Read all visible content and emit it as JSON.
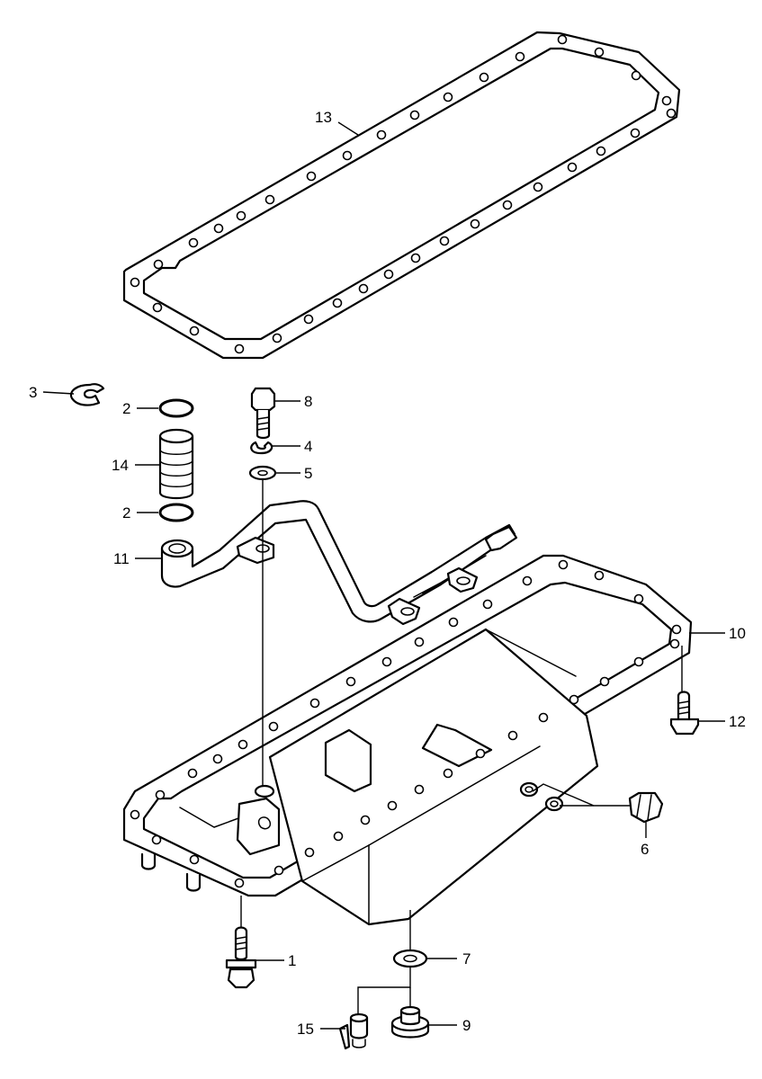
{
  "diagram": {
    "callouts": [
      {
        "id": "c1",
        "label": "1"
      },
      {
        "id": "c2a",
        "label": "2"
      },
      {
        "id": "c2b",
        "label": "2"
      },
      {
        "id": "c3",
        "label": "3"
      },
      {
        "id": "c4",
        "label": "4"
      },
      {
        "id": "c5",
        "label": "5"
      },
      {
        "id": "c6",
        "label": "6"
      },
      {
        "id": "c7",
        "label": "7"
      },
      {
        "id": "c8",
        "label": "8"
      },
      {
        "id": "c9",
        "label": "9"
      },
      {
        "id": "c10",
        "label": "10"
      },
      {
        "id": "c11",
        "label": "11"
      },
      {
        "id": "c12",
        "label": "12"
      },
      {
        "id": "c13",
        "label": "13"
      },
      {
        "id": "c14",
        "label": "14"
      },
      {
        "id": "c15",
        "label": "15"
      }
    ]
  }
}
